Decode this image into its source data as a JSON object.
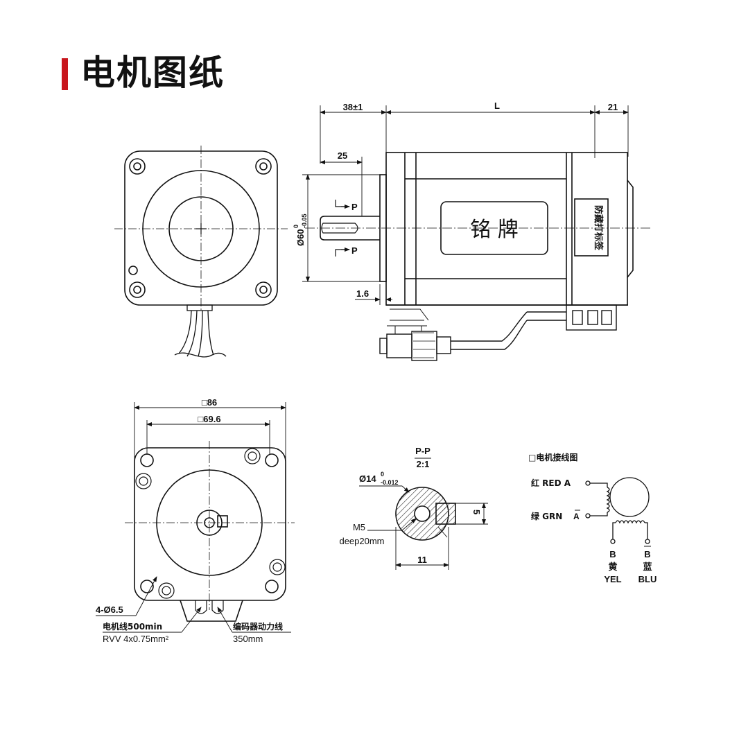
{
  "page": {
    "title": "电机图纸",
    "accent_color": "#c8161d"
  },
  "side_view": {
    "dim_flange": "38±1",
    "dim_body": "L",
    "dim_rear": "21",
    "dim_shaft": "25",
    "dim_spigot": "Ø60",
    "dim_spigot_tol_upper": "0",
    "dim_spigot_tol_lower": "-0.05",
    "dim_flange_thickness": "1.6",
    "section_mark": "P",
    "nameplate_label": "铭 牌",
    "anti_counterfeit_label": "防藏打标签"
  },
  "bottom_view": {
    "dim_outer": "□86",
    "dim_hole_pitch": "□69.6",
    "dim_holes": "4-Ø6.5",
    "motor_cable_label": "电机线500min",
    "motor_cable_spec": "RVV 4x0.75mm²",
    "encoder_cable_label": "编码器动力线",
    "encoder_cable_length": "350mm"
  },
  "shaft_section": {
    "title": "P-P",
    "scale": "2:1",
    "dim_diameter": "Ø14",
    "dim_diameter_tol_upper": "0",
    "dim_diameter_tol_lower": "-0.012",
    "thread": "M5",
    "thread_depth": "deep20mm",
    "dim_width": "11",
    "dim_key": "5"
  },
  "wiring": {
    "title": "□电机接线图",
    "red_label": "红 RED  A",
    "green_label": "绿 GRN",
    "green_phase": "A",
    "b_left": "B",
    "b_right": "B",
    "yellow_cn": "黄",
    "blue_cn": "蓝",
    "yellow_en": "YEL",
    "blue_en": "BLU"
  }
}
